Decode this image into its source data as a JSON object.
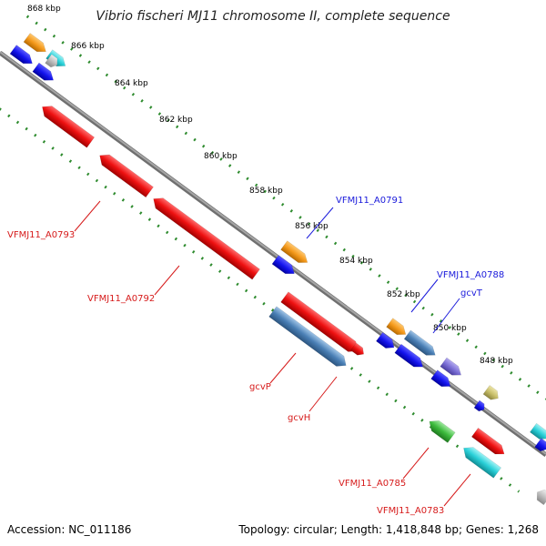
{
  "title": "Vibrio fischeri MJ11 chromosome II, complete sequence",
  "footer": {
    "accession": "Accession: NC_011186",
    "summary": "Topology: circular; Length: 1,418,848 bp; Genes: 1,268"
  },
  "colors": {
    "backbone": "#888888",
    "tick_dots": "#2e8b2e",
    "label_blue": "#1a1adb",
    "label_red": "#d61a1a",
    "feature_red": "#ee1111",
    "feature_blue": "#1515ee",
    "feature_steelblue": "#4a7fb5",
    "feature_orange": "#f59a1c",
    "feature_cyan": "#2ad0d8",
    "feature_green": "#3dbb3d",
    "feature_purple": "#7b6fd6",
    "feature_khaki": "#c8bf6a",
    "feature_gray": "#bdbdbd"
  },
  "ticks": [
    {
      "label": "868 kbp"
    },
    {
      "label": "866 kbp"
    },
    {
      "label": "864 kbp"
    },
    {
      "label": "862 kbp"
    },
    {
      "label": "860 kbp"
    },
    {
      "label": "858 kbp"
    },
    {
      "label": "856 kbp"
    },
    {
      "label": "854 kbp"
    },
    {
      "label": "852 kbp"
    },
    {
      "label": "850 kbp"
    },
    {
      "label": "848 kbp"
    }
  ],
  "gene_labels": {
    "VFMJ11_A0791": "VFMJ11_A0791",
    "VFMJ11_A0788": "VFMJ11_A0788",
    "gcvT": "gcvT",
    "VFMJ11_A0793": "VFMJ11_A0793",
    "VFMJ11_A0792": "VFMJ11_A0792",
    "gcvP": "gcvP",
    "gcvH": "gcvH",
    "VFMJ11_A0785": "VFMJ11_A0785",
    "VFMJ11_A0783": "VFMJ11_A0783"
  }
}
